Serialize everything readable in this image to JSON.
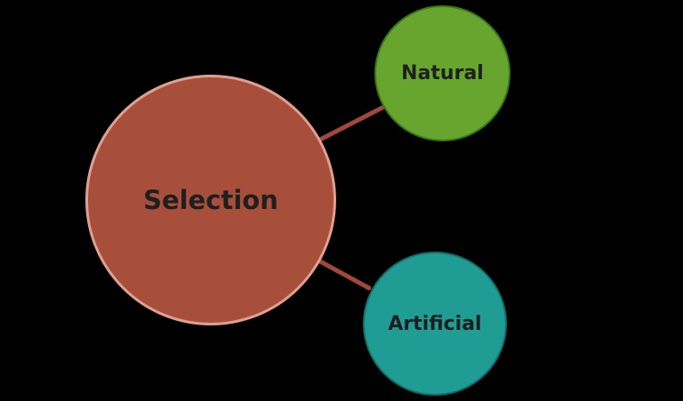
{
  "nodes": {
    "center": {
      "label": "Selection",
      "color": "#a84f3c"
    },
    "top_right": {
      "label": "Natural",
      "color": "#68a52e"
    },
    "bottom_right": {
      "label": "Artificial",
      "color": "#1f9d94"
    }
  },
  "connector_color": "#a0493a",
  "background_color": "#000000"
}
